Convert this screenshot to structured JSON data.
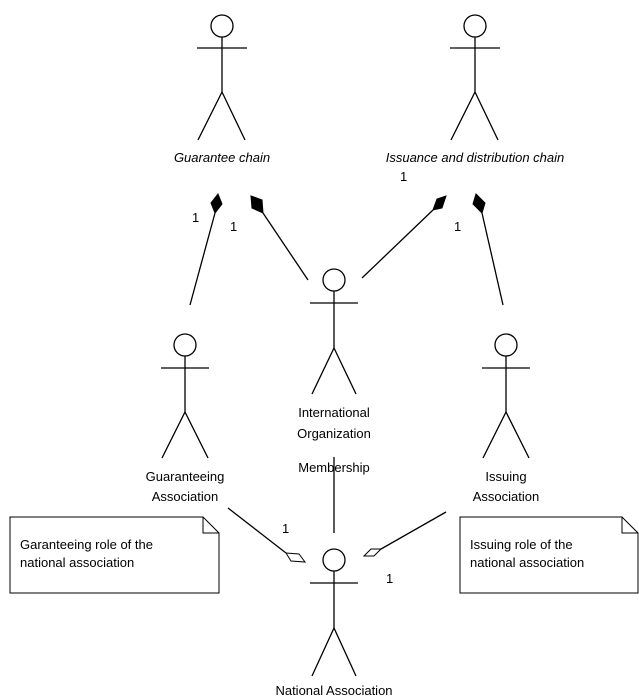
{
  "actors": {
    "guarantee_chain": "Guarantee chain",
    "issuance_chain": "Issuance and distribution chain",
    "international_org": [
      "International",
      "Organization"
    ],
    "guaranteeing_assoc": [
      "Guaranteeing",
      "Association"
    ],
    "issuing_assoc": [
      "Issuing",
      "Association"
    ],
    "national_assoc": "National Association"
  },
  "relation_labels": {
    "membership": "Membership"
  },
  "multiplicities": {
    "guarantee_left": "1",
    "guarantee_right": "1",
    "issuance_top": "1",
    "issuance_right": "1",
    "national_left": "1",
    "national_right": "1"
  },
  "notes": {
    "guaranteeing_role": [
      "Garanteeing role of the",
      "national association"
    ],
    "issuing_role": [
      "Issuing role of the",
      "national association"
    ]
  },
  "colors": {
    "stroke": "#000000",
    "background": "#ffffff"
  }
}
